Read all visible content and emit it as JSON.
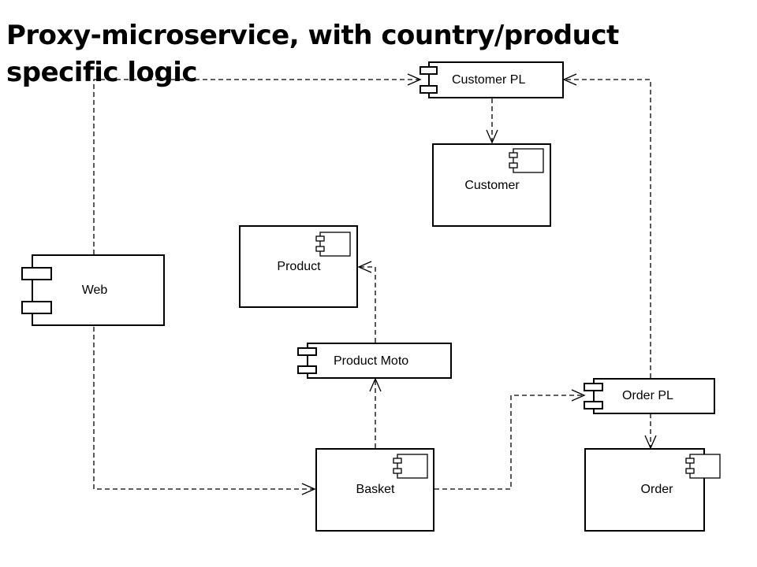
{
  "title": "Proxy-microservice, with country/product specific logic",
  "nodes": {
    "web": "Web",
    "customer_pl": "Customer PL",
    "customer": "Customer",
    "product": "Product",
    "product_moto": "Product Moto",
    "basket": "Basket",
    "order_pl": "Order PL",
    "order": "Order"
  }
}
